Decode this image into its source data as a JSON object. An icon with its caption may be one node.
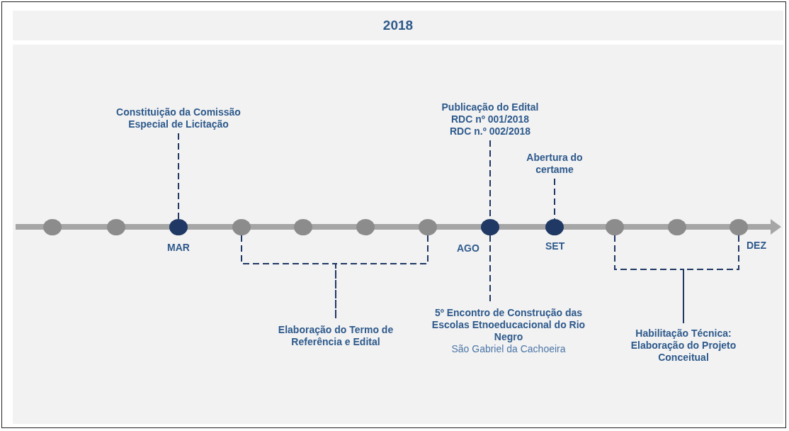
{
  "diagram": {
    "title": "2018",
    "nodes": [
      {
        "text": [],
        "shape": "circle"
      },
      {
        "text": [],
        "shape": "circle"
      },
      {
        "text": [],
        "shape": "circle",
        "beside": [
          "MAR"
        ]
      },
      {
        "text": [],
        "shape": "circle"
      },
      {
        "text": [],
        "shape": "circle"
      },
      {
        "text": [],
        "shape": "circle"
      },
      {
        "text": [],
        "shape": "circle"
      },
      {
        "text": [],
        "shape": "circle",
        "beside": [
          "AGO"
        ]
      },
      {
        "text": [],
        "shape": "circle",
        "beside": [
          "SET"
        ]
      },
      {
        "text": [],
        "shape": "circle"
      },
      {
        "text": [],
        "shape": "circle"
      },
      {
        "text": [],
        "shape": "circle",
        "beside": [
          "DEZ"
        ]
      },
      {
        "text": [
          "Constituição da Comissão Especial de Licitação"
        ]
      },
      {
        "text": [
          "Publicação do Edital",
          "RDC nº 001/2018",
          "RDC n.º 002/2018"
        ]
      },
      {
        "text": [
          "Abertura do certame"
        ]
      },
      {
        "text": [
          "Elaboração do Termo de Referência e Edital"
        ]
      },
      {
        "text": [
          "5º Encontro de Construção das Escolas Etnoeducacional do Rio Negro",
          "São Gabriel da Cachoeira"
        ]
      },
      {
        "text": [
          "Habilitação Técnica: Elaboração do Projeto Conceitual"
        ]
      }
    ],
    "edges": [
      {
        "from": 12,
        "to": 2,
        "arrow": "none",
        "style": "dashed"
      },
      {
        "from": 13,
        "to": 7,
        "arrow": "none",
        "style": "dashed"
      },
      {
        "from": 14,
        "to": 8,
        "arrow": "none",
        "style": "dashed"
      },
      {
        "from": 7,
        "to": 16,
        "arrow": "none",
        "style": "dashed"
      },
      {
        "from": 3,
        "to": 15,
        "arrow": "none",
        "style": "dashed"
      },
      {
        "from": 6,
        "to": 15,
        "arrow": "none",
        "style": "dashed"
      },
      {
        "from": 9,
        "to": 17,
        "arrow": "none",
        "style": "dashed"
      },
      {
        "from": 11,
        "to": 17,
        "arrow": "none",
        "style": "dashed"
      }
    ]
  }
}
